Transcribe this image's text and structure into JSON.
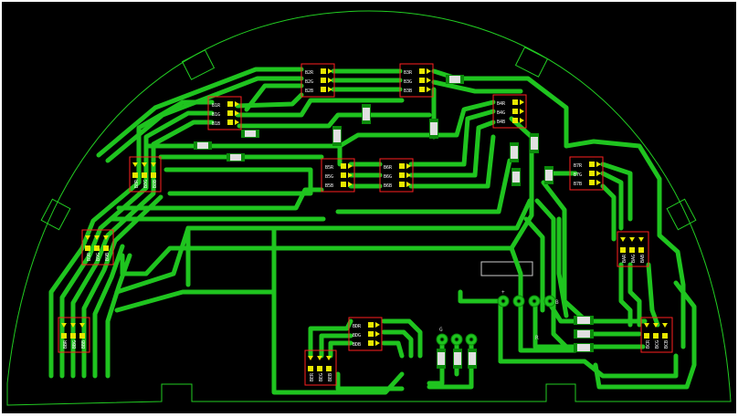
{
  "view": {
    "kind": "PCB layout",
    "colors": {
      "background": "#000000",
      "outline": "#22cc22",
      "trace": "#1fc41f",
      "trace_edge": "#0a8a0a",
      "part_outline": "#ff2020",
      "pad": "#e8e800",
      "smd_body": "#e0e0e0",
      "label_text": "#ffffff"
    }
  },
  "led_groups": [
    {
      "id": "U1",
      "labels": [
        "B1R",
        "B1G",
        "B1B"
      ]
    },
    {
      "id": "U2",
      "labels": [
        "B2R",
        "B2G",
        "B2B"
      ]
    },
    {
      "id": "U3",
      "labels": [
        "B3R",
        "B3G",
        "B3B"
      ]
    },
    {
      "id": "U4",
      "labels": [
        "B4R",
        "B4G",
        "B4B"
      ]
    },
    {
      "id": "U5",
      "labels": [
        "B5R",
        "B5G",
        "B5B"
      ]
    },
    {
      "id": "U6",
      "labels": [
        "B6R",
        "B6G",
        "B6B"
      ]
    },
    {
      "id": "U7",
      "labels": [
        "B7R",
        "B7G",
        "B7B"
      ]
    },
    {
      "id": "U8",
      "labels": [
        "B8R",
        "B8G",
        "B8B"
      ]
    },
    {
      "id": "U9",
      "labels": [
        "B9R",
        "B9G",
        "B9B"
      ]
    },
    {
      "id": "U10",
      "labels": [
        "BAR",
        "BAG",
        "BAB"
      ]
    },
    {
      "id": "U11",
      "labels": [
        "BBR",
        "BBG",
        "BBB"
      ]
    },
    {
      "id": "U12",
      "labels": [
        "BCR",
        "BCG",
        "BCB"
      ]
    },
    {
      "id": "U13",
      "labels": [
        "BDR",
        "BDG",
        "BDB"
      ]
    },
    {
      "id": "U14",
      "labels": [
        "BER",
        "BEG",
        "BEB"
      ]
    }
  ],
  "connector_marks": [
    "+",
    "B",
    "R",
    "G"
  ]
}
